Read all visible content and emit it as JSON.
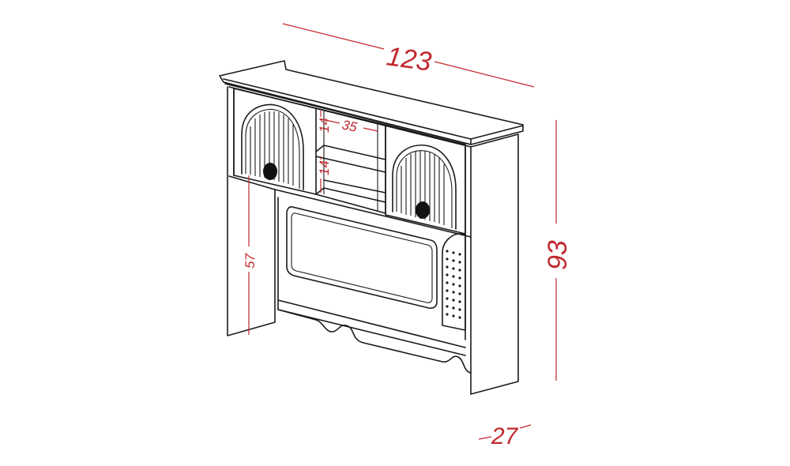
{
  "dimensions": {
    "width": "123",
    "height": "93",
    "depth": "27",
    "inner_height": "57",
    "shelf_width": "35",
    "shelf_gap_top": "14",
    "shelf_gap_bottom": "14"
  },
  "colors": {
    "dimension": "#c0282d",
    "outline": "#1a1a1a",
    "background": "#ffffff"
  }
}
